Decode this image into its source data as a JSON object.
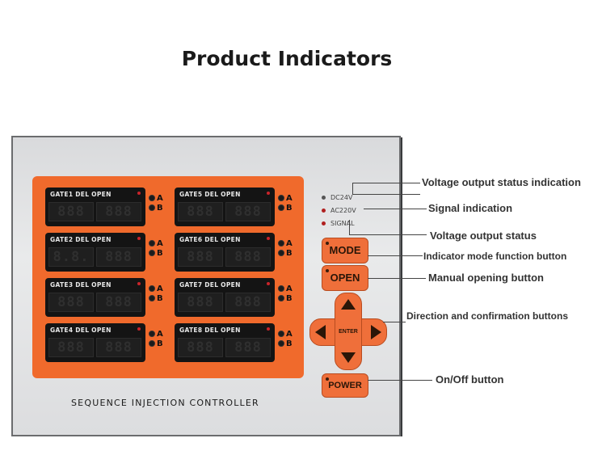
{
  "title": "Product Indicators",
  "gates": [
    {
      "label": "GATE1 DEL  OPEN",
      "left": "888",
      "right": "888"
    },
    {
      "label": "GATE2 DEL  OPEN",
      "left": "8.8.",
      "right": "888"
    },
    {
      "label": "GATE3 DEL  OPEN",
      "left": "888",
      "right": "888"
    },
    {
      "label": "GATE4 DEL  OPEN",
      "left": "888",
      "right": "888"
    },
    {
      "label": "GATE5 DEL  OPEN",
      "left": "888",
      "right": "888"
    },
    {
      "label": "GATE6 DEL  OPEN",
      "left": "888",
      "right": "888"
    },
    {
      "label": "GATE7 DEL  OPEN",
      "left": "888",
      "right": "888"
    },
    {
      "label": "GATE8 DEL  OPEN",
      "left": "888",
      "right": "888"
    }
  ],
  "ab": {
    "a": "A",
    "b": "B"
  },
  "status": [
    {
      "label": "DC24V",
      "color": "#555555"
    },
    {
      "label": "AC220V",
      "color": "#b02020"
    },
    {
      "label": "SIGNAL",
      "color": "#b02020"
    }
  ],
  "buttons": {
    "mode": "MODE",
    "open": "OPEN",
    "enter": "ENTER",
    "power": "POWER"
  },
  "footer": "SEQUENCE  INJECTION CONTROLLER",
  "callouts": {
    "voltage_indication": "Voltage output status indication",
    "signal_indication": "Signal indication",
    "voltage_status": "Voltage output status",
    "mode_button": "Indicator mode function button",
    "open_button": "Manual opening button",
    "direction_buttons": "Direction and confirmation buttons",
    "power_button": "On/Off button"
  },
  "colors": {
    "panel_orange": "#f06a2c",
    "button_orange": "#ef6f3a",
    "display_black": "#141414"
  }
}
